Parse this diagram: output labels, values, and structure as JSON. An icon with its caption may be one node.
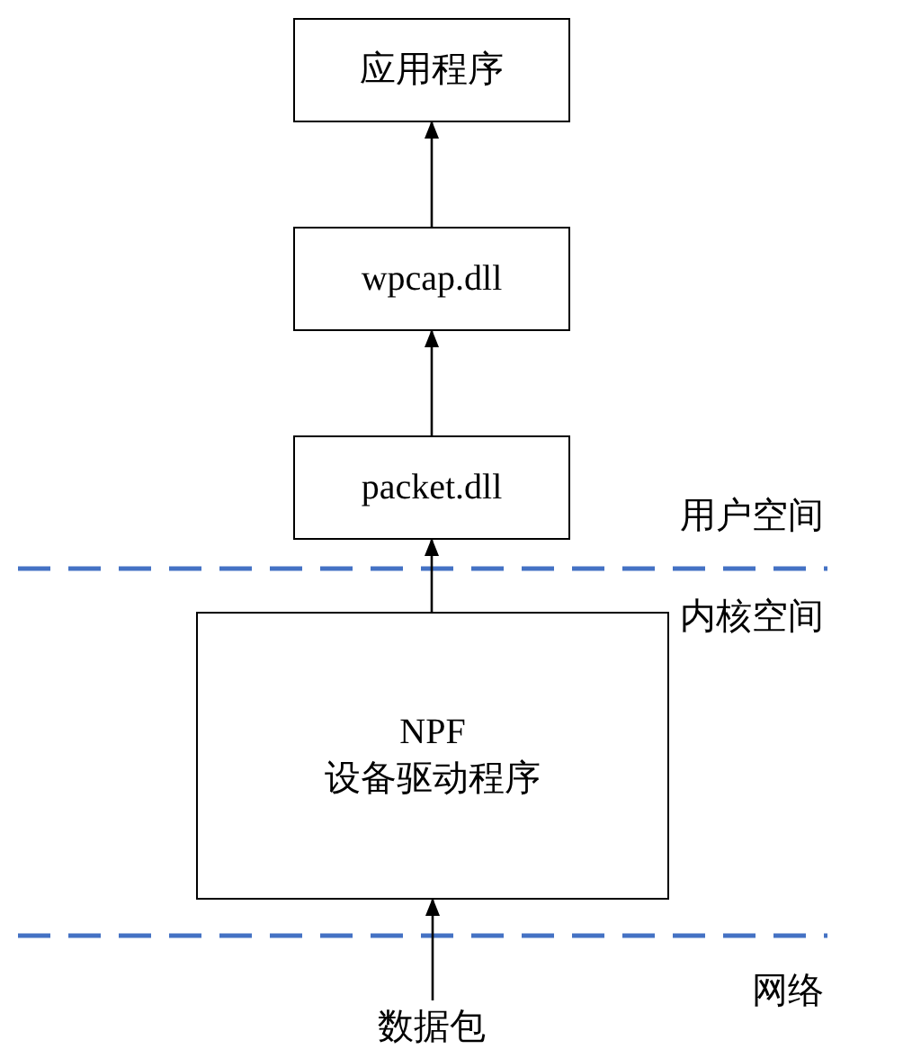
{
  "diagram": {
    "nodes": [
      {
        "text": [
          "应用程序"
        ]
      },
      {
        "text": [
          "wpcap.dll"
        ]
      },
      {
        "text": [
          "packet.dll"
        ]
      },
      {
        "text": [
          "NPF",
          "设备驱动程序"
        ]
      },
      {
        "text": [
          "数据包"
        ]
      }
    ],
    "edges": [
      {
        "from": 4,
        "to": 3,
        "arrow": "to"
      },
      {
        "from": 3,
        "to": 2,
        "arrow": "to"
      },
      {
        "from": 2,
        "to": 1,
        "arrow": "to"
      },
      {
        "from": 1,
        "to": 0,
        "arrow": "to"
      }
    ],
    "labels": [
      "用户空间",
      "内核空间",
      "网络"
    ]
  }
}
